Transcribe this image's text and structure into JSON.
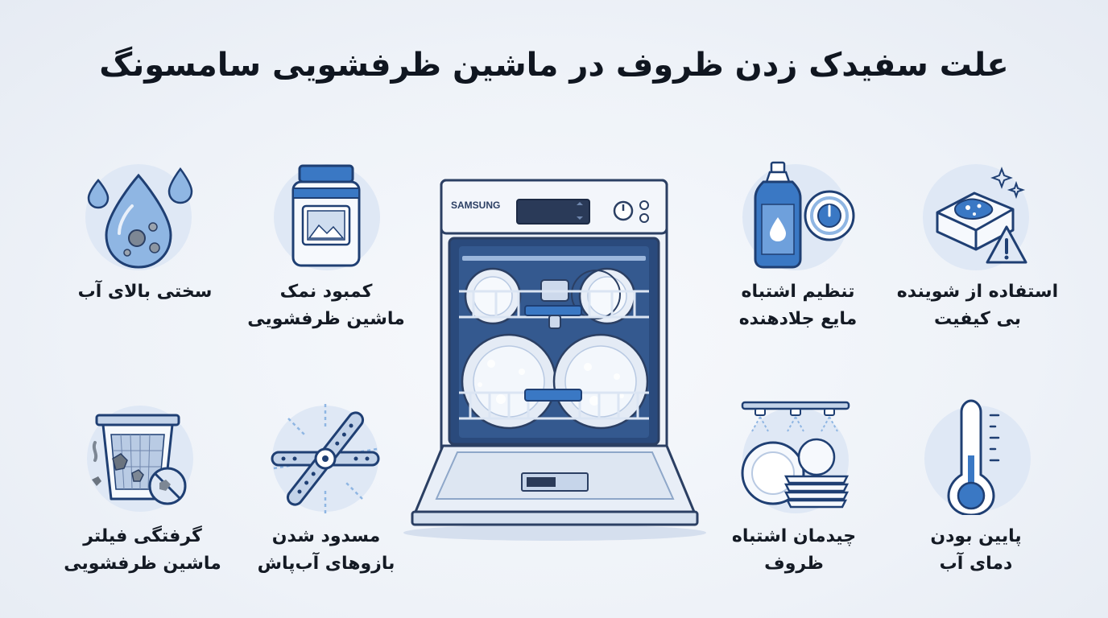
{
  "title": "علت سفیدک زدن ظروف در ماشین ظرفشویی سامسونگ",
  "brand": "SAMSUNG",
  "colors": {
    "accent": "#3a78c4",
    "navy": "#1f3f73",
    "icon_bg": "#dfe8f5",
    "light_blue": "#a9c8ea"
  },
  "causes": {
    "hard_water": {
      "line1": "سختی بالای آب",
      "line2": "",
      "icon": "water-drops-icon"
    },
    "low_salt": {
      "line1": "کمبود نمک",
      "line2": "ماشین ظرفشویی",
      "icon": "salt-container-icon"
    },
    "rinse_aid": {
      "line1": "تنظیم اشتباه",
      "line2": "مایع جلادهنده",
      "icon": "rinse-aid-bottle-icon"
    },
    "bad_detergent": {
      "line1": "استفاده از شوینده",
      "line2": "بی کیفیت",
      "icon": "detergent-tablet-warning-icon"
    },
    "clogged_filter": {
      "line1": "گرفتگی فیلتر",
      "line2": "ماشین ظرفشویی",
      "icon": "clogged-filter-icon"
    },
    "blocked_arms": {
      "line1": "مسدود شدن",
      "line2": "بازوهای آب‌پاش",
      "icon": "spray-arm-icon"
    },
    "wrong_loading": {
      "line1": "چیدمان اشتباه",
      "line2": "ظروف",
      "icon": "stacked-dishes-icon"
    },
    "low_temp": {
      "line1": "پایین بودن",
      "line2": "دمای آب",
      "icon": "thermometer-icon"
    }
  }
}
